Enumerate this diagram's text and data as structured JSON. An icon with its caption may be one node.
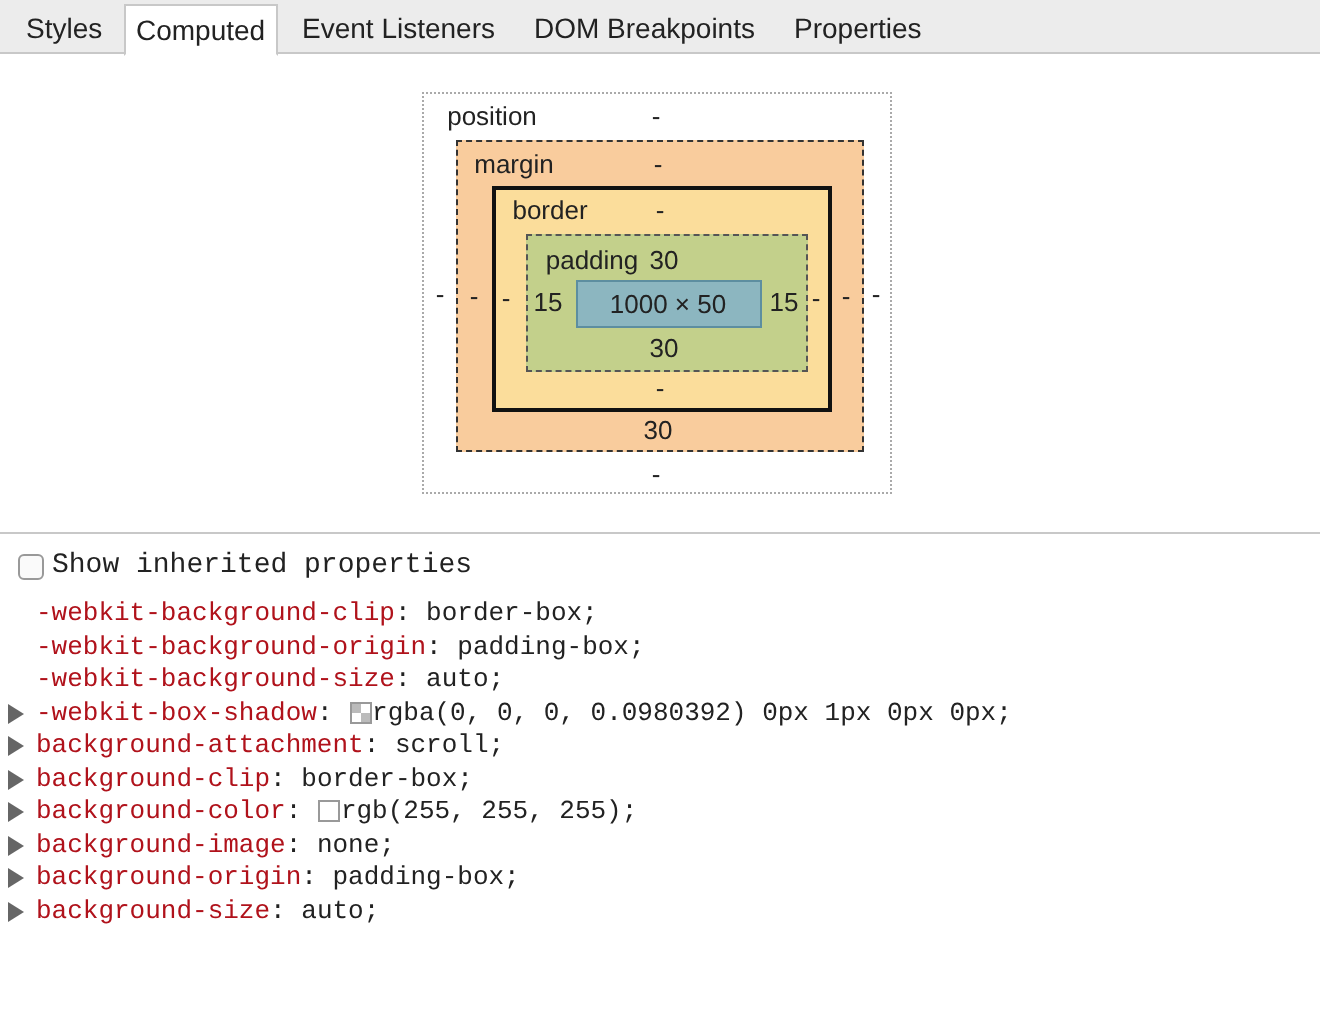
{
  "diagram": {
    "nodes": [
      {
        "text": [
          "position",
          "-",
          "-",
          "-",
          "-"
        ]
      },
      {
        "text": [
          "margin",
          "-",
          "-",
          "-",
          "30"
        ],
        "in": 0
      },
      {
        "text": [
          "border",
          "-",
          "-",
          "-",
          "-"
        ],
        "in": 1
      },
      {
        "text": [
          "padding",
          "30",
          "15",
          "15",
          "30"
        ],
        "in": 2
      },
      {
        "text": [
          "1000 × 50"
        ],
        "in": 3
      }
    ],
    "labels": [
      "Styles",
      "Computed",
      "Event Listeners",
      "DOM Breakpoints",
      "Properties",
      "Show inherited properties",
      "-webkit-background-clip: border-box;",
      "-webkit-background-origin: padding-box;",
      "-webkit-background-size: auto;",
      "-webkit-box-shadow: rgba(0, 0, 0, 0.0980392) 0px 1px 0px 0px;",
      "background-attachment: scroll;",
      "background-clip: border-box;",
      "background-color: rgb(255, 255, 255);",
      "background-image: none;",
      "background-origin: padding-box;",
      "background-size: auto;"
    ]
  }
}
